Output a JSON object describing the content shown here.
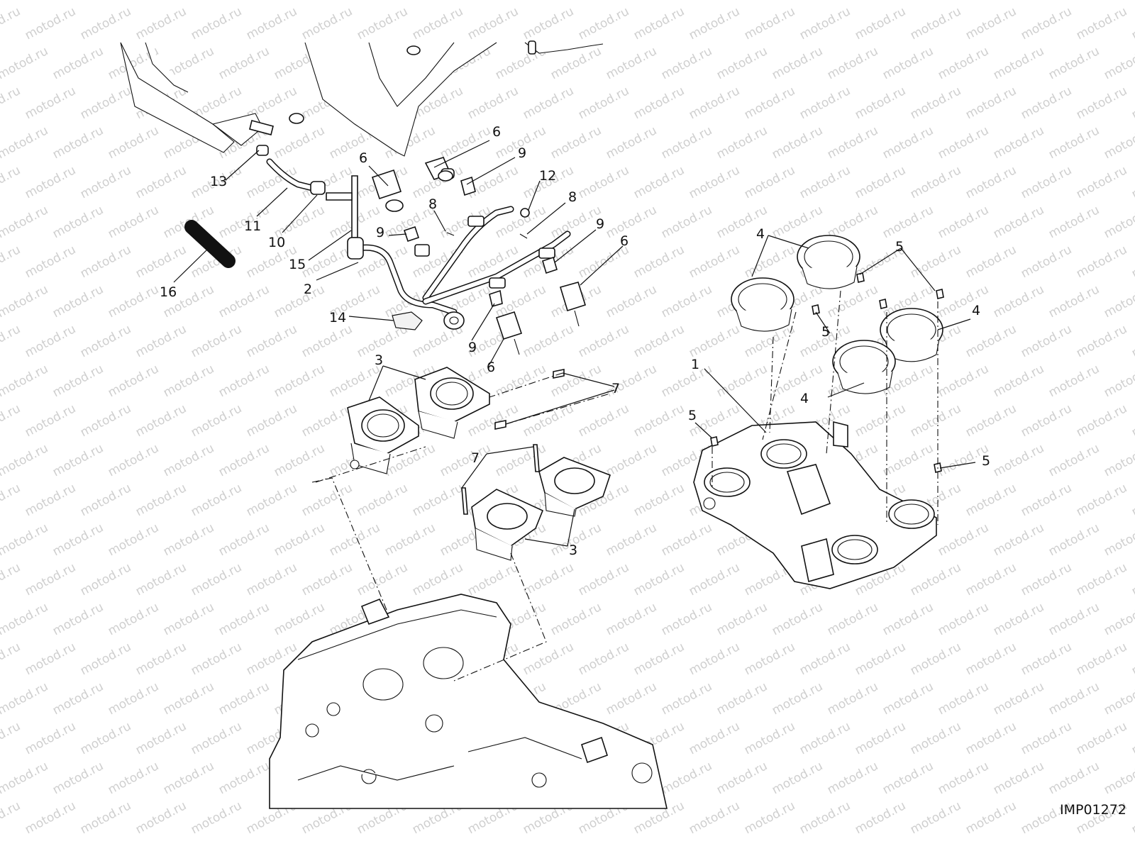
{
  "watermark": {
    "text": "motod.ru"
  },
  "reference_code": "IMP01272",
  "callouts": [
    {
      "id": "c6a",
      "label": "6"
    },
    {
      "id": "c6b",
      "label": "6"
    },
    {
      "id": "c9a",
      "label": "9"
    },
    {
      "id": "c12",
      "label": "12"
    },
    {
      "id": "c8a",
      "label": "8"
    },
    {
      "id": "c8b",
      "label": "8"
    },
    {
      "id": "c13",
      "label": "13"
    },
    {
      "id": "c11",
      "label": "11"
    },
    {
      "id": "c10",
      "label": "10"
    },
    {
      "id": "c9b",
      "label": "9"
    },
    {
      "id": "c9c",
      "label": "9"
    },
    {
      "id": "c6c",
      "label": "6"
    },
    {
      "id": "c15",
      "label": "15"
    },
    {
      "id": "c16",
      "label": "16"
    },
    {
      "id": "c2",
      "label": "2"
    },
    {
      "id": "c14",
      "label": "14"
    },
    {
      "id": "c9d",
      "label": "9"
    },
    {
      "id": "c6d",
      "label": "6"
    },
    {
      "id": "c3a",
      "label": "3"
    },
    {
      "id": "c7a",
      "label": "7"
    },
    {
      "id": "c7b",
      "label": "7"
    },
    {
      "id": "c3b",
      "label": "3"
    },
    {
      "id": "c4a",
      "label": "4"
    },
    {
      "id": "c5a",
      "label": "5"
    },
    {
      "id": "c5b",
      "label": "5"
    },
    {
      "id": "c4b",
      "label": "4"
    },
    {
      "id": "c4c",
      "label": "4"
    },
    {
      "id": "c1",
      "label": "1"
    },
    {
      "id": "c5c",
      "label": "5"
    },
    {
      "id": "c5d",
      "label": "5"
    }
  ]
}
